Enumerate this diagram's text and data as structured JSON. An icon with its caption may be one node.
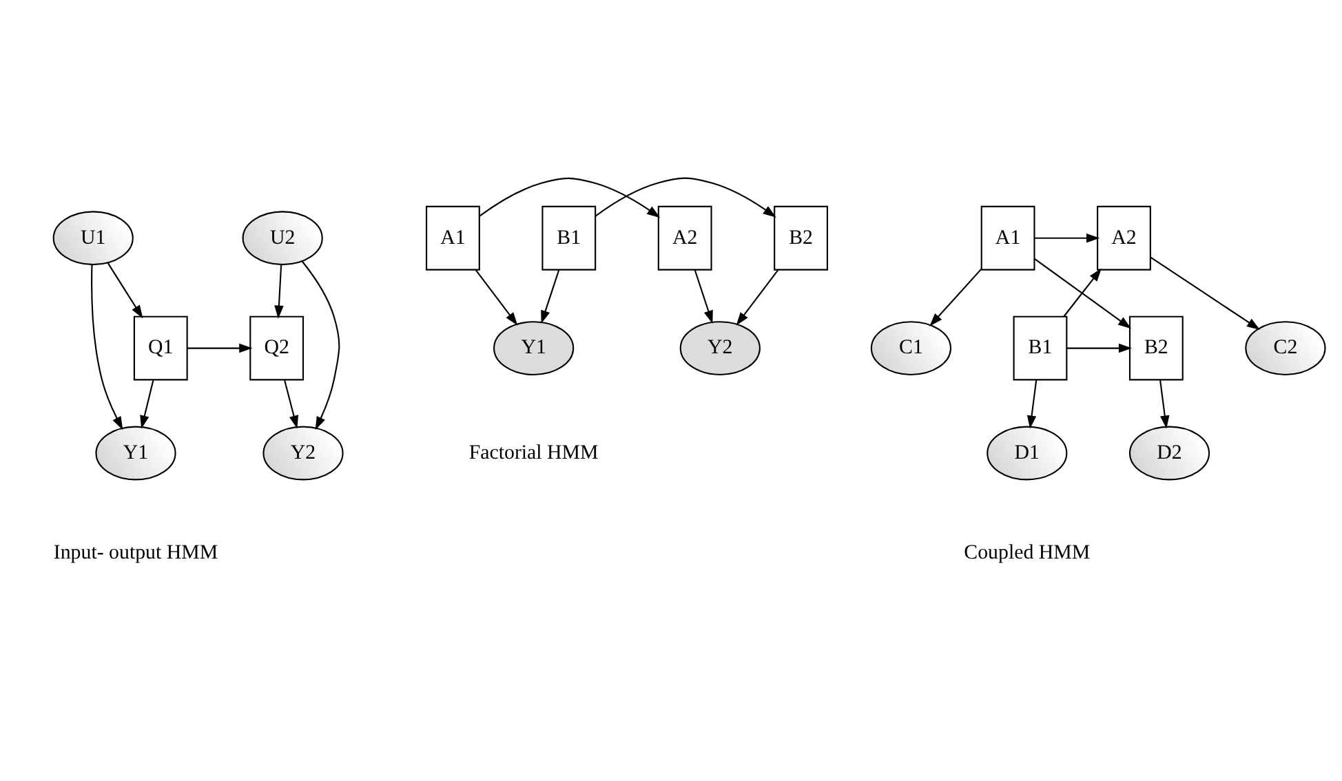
{
  "diagram": {
    "nodes": [
      {
        "text": [
          "U1"
        ]
      },
      {
        "text": [
          "U2"
        ]
      },
      {
        "text": [
          "Q1"
        ]
      },
      {
        "text": [
          "Q2"
        ]
      },
      {
        "text": [
          "Y1"
        ]
      },
      {
        "text": [
          "Y2"
        ]
      },
      {
        "text": [
          "A1"
        ]
      },
      {
        "text": [
          "A2"
        ]
      },
      {
        "text": [
          "B1"
        ]
      },
      {
        "text": [
          "B2"
        ]
      },
      {
        "text": [
          "Y1"
        ]
      },
      {
        "text": [
          "Y2"
        ]
      },
      {
        "text": [
          "C1"
        ]
      },
      {
        "text": [
          "C2"
        ]
      },
      {
        "text": [
          "A1"
        ]
      },
      {
        "text": [
          "A2"
        ]
      },
      {
        "text": [
          "B1"
        ]
      },
      {
        "text": [
          "B2"
        ]
      },
      {
        "text": [
          "D1"
        ]
      },
      {
        "text": [
          "D2"
        ]
      }
    ],
    "edges": [
      {
        "from": 0,
        "to": 2,
        "arrow": "to"
      },
      {
        "from": 1,
        "to": 3,
        "arrow": "to"
      },
      {
        "from": 2,
        "to": 3,
        "arrow": "to"
      },
      {
        "from": 2,
        "to": 4,
        "arrow": "to"
      },
      {
        "from": 3,
        "to": 5,
        "arrow": "to"
      },
      {
        "from": 0,
        "to": 4,
        "arrow": "to"
      },
      {
        "from": 1,
        "to": 5,
        "arrow": "to"
      },
      {
        "from": 6,
        "to": 7,
        "arrow": "to"
      },
      {
        "from": 8,
        "to": 9,
        "arrow": "to"
      },
      {
        "from": 6,
        "to": 10,
        "arrow": "to"
      },
      {
        "from": 8,
        "to": 10,
        "arrow": "to"
      },
      {
        "from": 7,
        "to": 11,
        "arrow": "to"
      },
      {
        "from": 9,
        "to": 11,
        "arrow": "to"
      },
      {
        "from": 14,
        "to": 12,
        "arrow": "to"
      },
      {
        "from": 15,
        "to": 13,
        "arrow": "to"
      },
      {
        "from": 14,
        "to": 15,
        "arrow": "to"
      },
      {
        "from": 14,
        "to": 17,
        "arrow": "to"
      },
      {
        "from": 16,
        "to": 15,
        "arrow": "to"
      },
      {
        "from": 16,
        "to": 17,
        "arrow": "to"
      },
      {
        "from": 16,
        "to": 18,
        "arrow": "to"
      },
      {
        "from": 17,
        "to": 19,
        "arrow": "to"
      }
    ],
    "labels": [
      "Input- output HMM",
      "Factorial HMM",
      "Coupled HMM"
    ]
  }
}
